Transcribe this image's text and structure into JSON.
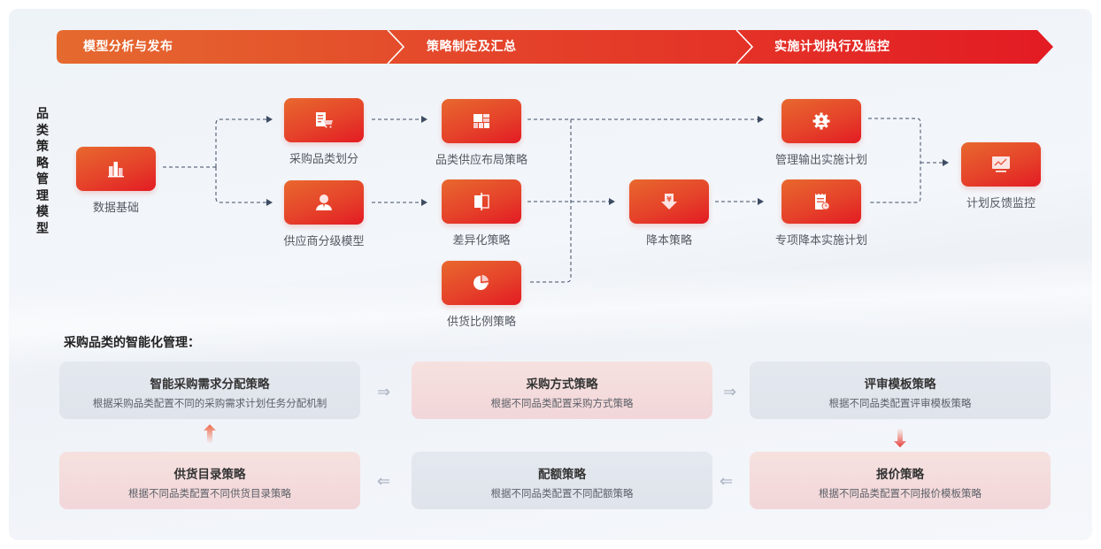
{
  "phases": [
    {
      "label": "模型分析与发布"
    },
    {
      "label": "策略制定及汇总"
    },
    {
      "label": "实施计划执行及监控"
    }
  ],
  "model_title": "品类策略管理模型",
  "nodes": {
    "data_foundation": {
      "label": "数据基础",
      "icon": "bar-chart-icon"
    },
    "category_division": {
      "label": "采购品类划分",
      "icon": "document-cart-icon"
    },
    "supplier_grading": {
      "label": "供应商分级模型",
      "icon": "user-icon"
    },
    "supply_layout": {
      "label": "品类供应布局策略",
      "icon": "grid-layout-icon"
    },
    "differentiation": {
      "label": "差异化策略",
      "icon": "split-panel-icon"
    },
    "supply_ratio": {
      "label": "供货比例策略",
      "icon": "pie-chart-icon"
    },
    "cost_reduction": {
      "label": "降本策略",
      "icon": "yen-down-icon"
    },
    "mgmt_output_plan": {
      "label": "管理输出实施计划",
      "icon": "gear-user-icon"
    },
    "special_cost_plan": {
      "label": "专项降本实施计划",
      "icon": "receipt-clock-icon"
    },
    "feedback_monitor": {
      "label": "计划反馈监控",
      "icon": "monitor-trend-icon"
    }
  },
  "colors": {
    "accent_start": "#e8682e",
    "accent_end": "#e31b23",
    "connector": "#3e4c63"
  },
  "smart_management": {
    "title": "采购品类的智能化管理：",
    "cards": [
      {
        "title": "智能采购需求分配策略",
        "desc": "根据采购品类配置不同的采购需求计划任务分配机制"
      },
      {
        "title": "采购方式策略",
        "desc": "根据不同品类配置采购方式策略"
      },
      {
        "title": "评审模板策略",
        "desc": "根据不同品类配置评审模板策略"
      },
      {
        "title": "供货目录策略",
        "desc": "根据不同品类配置不同供货目录策略"
      },
      {
        "title": "配额策略",
        "desc": "根据不同品类配置不同配额策略"
      },
      {
        "title": "报价策略",
        "desc": "根据不同品类配置不同报价模板策略"
      }
    ],
    "arrows": {
      "right": "⇒",
      "left": "⇐"
    }
  }
}
